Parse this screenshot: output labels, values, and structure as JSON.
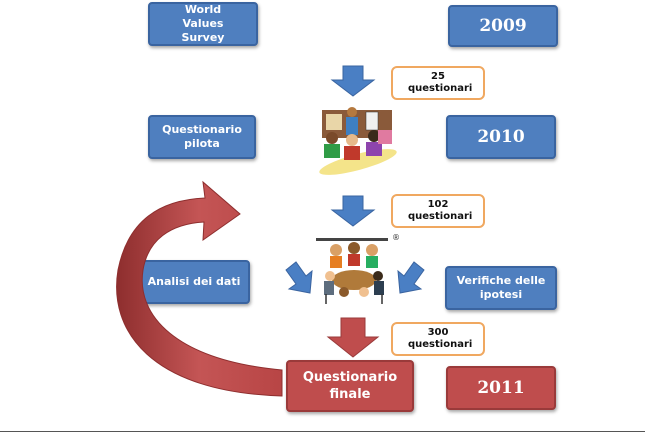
{
  "boxes": {
    "world_values_survey": "World Values Survey",
    "year_2009": "2009",
    "questionario_pilota": "Questionario pilota",
    "year_2010": "2010",
    "analisi_dei_dati": "Analisi dei dati",
    "verifiche_delle_ipotesi": "Verifiche delle ipotesi",
    "questionario_finale": "Questionario finale",
    "year_2011": "2011"
  },
  "notes": {
    "n25": "25 questionari",
    "n102": "102 questionari",
    "n300": "300 questionari"
  },
  "clipart": {
    "meeting_registered_mark": "®"
  },
  "colors": {
    "box_blue": "#4f7fbf",
    "box_red": "#bf4d4d",
    "note_border": "#f0a860",
    "arrow_blue": "#4a7fc4",
    "loop_arrow_red": "#b84545"
  }
}
